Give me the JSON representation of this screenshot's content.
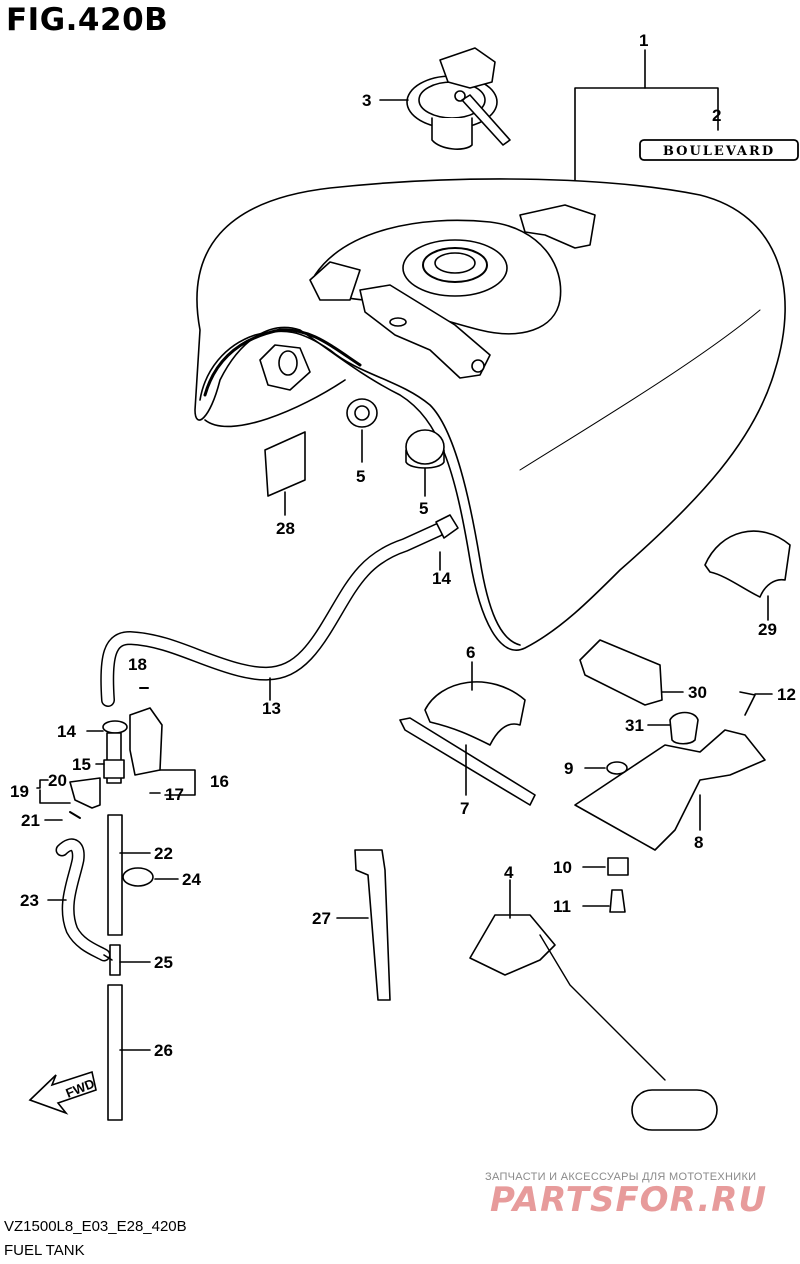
{
  "figure": {
    "title": "FIG.420B",
    "code": "VZ1500L8_E03_E28_420B",
    "caption": "FUEL TANK",
    "badge_text": "BOULEVARD",
    "fwd_text": "FWD"
  },
  "watermark": {
    "subtitle": "ЗАПЧАСТИ И АКСЕССУАРЫ ДЛЯ МОТОТЕХНИКИ",
    "brand": "PARTSFOR.RU"
  },
  "callouts": [
    "1",
    "2",
    "3",
    "4",
    "5",
    "5",
    "6",
    "7",
    "8",
    "9",
    "10",
    "11",
    "12",
    "13",
    "14",
    "14",
    "15",
    "16",
    "17",
    "18",
    "19",
    "20",
    "21",
    "22",
    "23",
    "24",
    "25",
    "26",
    "27",
    "28",
    "29",
    "30",
    "31"
  ]
}
